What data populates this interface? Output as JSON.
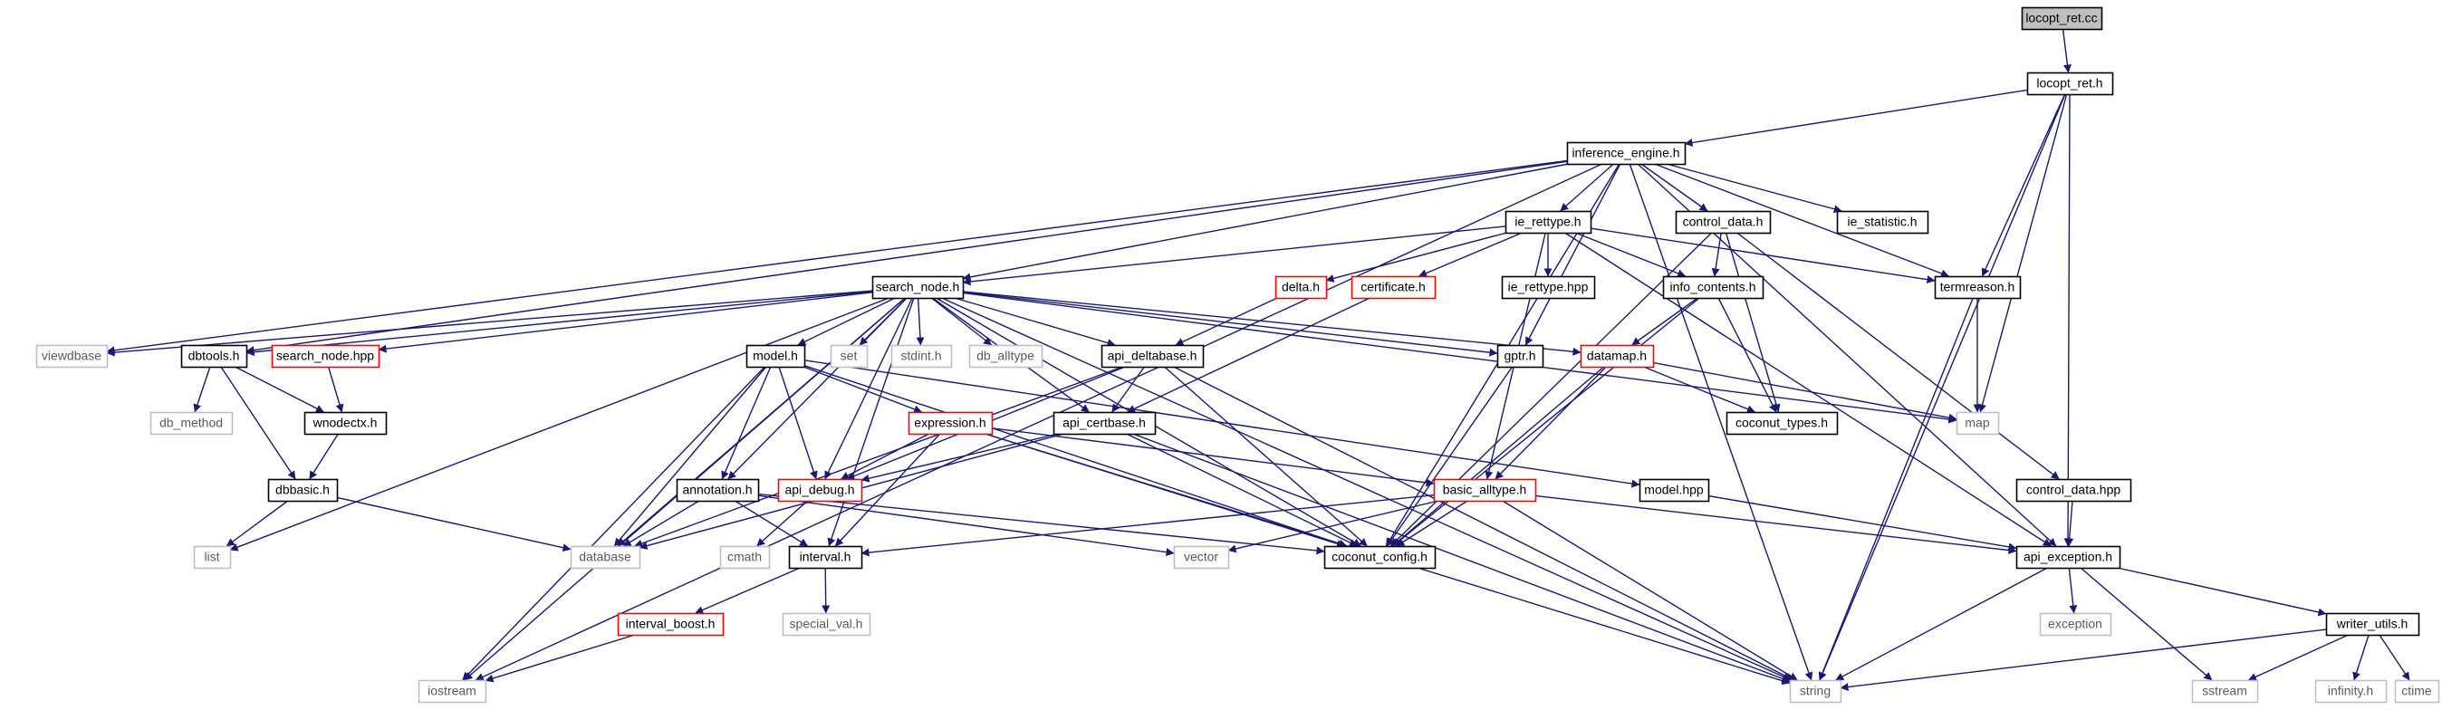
{
  "diagram": {
    "title": "",
    "colors": {
      "edge": "#191970",
      "root_fill": "#bfbfbf",
      "normal_border": "#000000",
      "external_border": "#bfbfbf",
      "external_text": "#5a5a5a",
      "incomplete_border": "#ff0000"
    },
    "nodes": [
      {
        "id": "locopt_ret_cc",
        "label": "locopt_ret.cc",
        "kind": "root"
      },
      {
        "id": "locopt_ret_h",
        "label": "locopt_ret.h",
        "kind": "normal"
      },
      {
        "id": "inference_engine_h",
        "label": "inference_engine.h",
        "kind": "normal"
      },
      {
        "id": "ie_rettype_h",
        "label": "ie_rettype.h",
        "kind": "normal"
      },
      {
        "id": "control_data_h",
        "label": "control_data.h",
        "kind": "normal"
      },
      {
        "id": "ie_statistic_h",
        "label": "ie_statistic.h",
        "kind": "normal"
      },
      {
        "id": "search_node_h",
        "label": "search_node.h",
        "kind": "normal"
      },
      {
        "id": "delta_h",
        "label": "delta.h",
        "kind": "incomplete"
      },
      {
        "id": "certificate_h",
        "label": "certificate.h",
        "kind": "incomplete"
      },
      {
        "id": "ie_rettype_hpp",
        "label": "ie_rettype.hpp",
        "kind": "normal"
      },
      {
        "id": "info_contents_h",
        "label": "info_contents.h",
        "kind": "normal"
      },
      {
        "id": "termreason_h",
        "label": "termreason.h",
        "kind": "normal"
      },
      {
        "id": "viewdbase",
        "label": "viewdbase",
        "kind": "external"
      },
      {
        "id": "dbtools_h",
        "label": "dbtools.h",
        "kind": "normal"
      },
      {
        "id": "search_node_hpp",
        "label": "search_node.hpp",
        "kind": "incomplete"
      },
      {
        "id": "model_h",
        "label": "model.h",
        "kind": "normal"
      },
      {
        "id": "set",
        "label": "set",
        "kind": "external"
      },
      {
        "id": "stdint_h",
        "label": "stdint.h",
        "kind": "external"
      },
      {
        "id": "db_alltype",
        "label": "db_alltype",
        "kind": "external"
      },
      {
        "id": "api_deltabase_h",
        "label": "api_deltabase.h",
        "kind": "normal"
      },
      {
        "id": "gptr_h",
        "label": "gptr.h",
        "kind": "normal"
      },
      {
        "id": "datamap_h",
        "label": "datamap.h",
        "kind": "incomplete"
      },
      {
        "id": "map",
        "label": "map",
        "kind": "external"
      },
      {
        "id": "db_method",
        "label": "db_method",
        "kind": "external"
      },
      {
        "id": "wnodectx_h",
        "label": "wnodectx.h",
        "kind": "normal"
      },
      {
        "id": "expression_h",
        "label": "expression.h",
        "kind": "incomplete"
      },
      {
        "id": "api_certbase_h",
        "label": "api_certbase.h",
        "kind": "normal"
      },
      {
        "id": "coconut_types_h",
        "label": "coconut_types.h",
        "kind": "normal"
      },
      {
        "id": "dbbasic_h",
        "label": "dbbasic.h",
        "kind": "normal"
      },
      {
        "id": "annotation_h",
        "label": "annotation.h",
        "kind": "normal"
      },
      {
        "id": "api_debug_h",
        "label": "api_debug.h",
        "kind": "incomplete"
      },
      {
        "id": "basic_alltype_h",
        "label": "basic_alltype.h",
        "kind": "incomplete"
      },
      {
        "id": "model_hpp",
        "label": "model.hpp",
        "kind": "normal"
      },
      {
        "id": "control_data_hpp",
        "label": "control_data.hpp",
        "kind": "normal"
      },
      {
        "id": "list",
        "label": "list",
        "kind": "external"
      },
      {
        "id": "database",
        "label": "database",
        "kind": "external"
      },
      {
        "id": "cmath",
        "label": "cmath",
        "kind": "external"
      },
      {
        "id": "interval_h",
        "label": "interval.h",
        "kind": "normal"
      },
      {
        "id": "vector",
        "label": "vector",
        "kind": "external"
      },
      {
        "id": "coconut_config_h",
        "label": "coconut_config.h",
        "kind": "normal"
      },
      {
        "id": "api_exception_h",
        "label": "api_exception.h",
        "kind": "normal"
      },
      {
        "id": "interval_boost_h",
        "label": "interval_boost.h",
        "kind": "incomplete"
      },
      {
        "id": "special_val_h",
        "label": "special_val.h",
        "kind": "external"
      },
      {
        "id": "exception",
        "label": "exception",
        "kind": "external"
      },
      {
        "id": "writer_utils_h",
        "label": "writer_utils.h",
        "kind": "normal"
      },
      {
        "id": "iostream",
        "label": "iostream",
        "kind": "external"
      },
      {
        "id": "string",
        "label": "string",
        "kind": "external"
      },
      {
        "id": "sstream",
        "label": "sstream",
        "kind": "external"
      },
      {
        "id": "infinity_h",
        "label": "infinity.h",
        "kind": "external"
      },
      {
        "id": "ctime",
        "label": "ctime",
        "kind": "external"
      }
    ],
    "edges": [
      [
        "locopt_ret_cc",
        "locopt_ret_h"
      ],
      [
        "locopt_ret_h",
        "inference_engine_h"
      ],
      [
        "locopt_ret_h",
        "termreason_h"
      ],
      [
        "locopt_ret_h",
        "map"
      ],
      [
        "locopt_ret_h",
        "api_exception_h"
      ],
      [
        "locopt_ret_h",
        "string"
      ],
      [
        "inference_engine_h",
        "ie_rettype_h"
      ],
      [
        "inference_engine_h",
        "control_data_h"
      ],
      [
        "inference_engine_h",
        "ie_statistic_h"
      ],
      [
        "inference_engine_h",
        "search_node_h"
      ],
      [
        "inference_engine_h",
        "termreason_h"
      ],
      [
        "inference_engine_h",
        "viewdbase"
      ],
      [
        "inference_engine_h",
        "dbtools_h"
      ],
      [
        "inference_engine_h",
        "gptr_h"
      ],
      [
        "inference_engine_h",
        "coconut_config_h"
      ],
      [
        "inference_engine_h",
        "api_exception_h"
      ],
      [
        "inference_engine_h",
        "iostream"
      ],
      [
        "inference_engine_h",
        "string"
      ],
      [
        "ie_rettype_h",
        "search_node_h"
      ],
      [
        "ie_rettype_h",
        "delta_h"
      ],
      [
        "ie_rettype_h",
        "certificate_h"
      ],
      [
        "ie_rettype_h",
        "ie_rettype_hpp"
      ],
      [
        "ie_rettype_h",
        "info_contents_h"
      ],
      [
        "ie_rettype_h",
        "termreason_h"
      ],
      [
        "ie_rettype_h",
        "basic_alltype_h"
      ],
      [
        "ie_rettype_h",
        "api_exception_h"
      ],
      [
        "control_data_h",
        "info_contents_h"
      ],
      [
        "control_data_h",
        "control_data_hpp"
      ],
      [
        "control_data_h",
        "coconut_types_h"
      ],
      [
        "control_data_h",
        "coconut_config_h"
      ],
      [
        "search_node_h",
        "viewdbase"
      ],
      [
        "search_node_h",
        "dbtools_h"
      ],
      [
        "search_node_h",
        "search_node_hpp"
      ],
      [
        "search_node_h",
        "model_h"
      ],
      [
        "search_node_h",
        "set"
      ],
      [
        "search_node_h",
        "stdint_h"
      ],
      [
        "search_node_h",
        "db_alltype"
      ],
      [
        "search_node_h",
        "api_deltabase_h"
      ],
      [
        "search_node_h",
        "gptr_h"
      ],
      [
        "search_node_h",
        "datamap_h"
      ],
      [
        "search_node_h",
        "map"
      ],
      [
        "search_node_h",
        "list"
      ],
      [
        "search_node_h",
        "database"
      ],
      [
        "search_node_h",
        "annotation_h"
      ],
      [
        "search_node_h",
        "api_debug_h"
      ],
      [
        "search_node_h",
        "interval_h"
      ],
      [
        "search_node_h",
        "api_certbase_h"
      ],
      [
        "search_node_h",
        "coconut_config_h"
      ],
      [
        "search_node_h",
        "iostream"
      ],
      [
        "search_node_h",
        "string"
      ],
      [
        "delta_h",
        "api_deltabase_h"
      ],
      [
        "certificate_h",
        "api_certbase_h"
      ],
      [
        "info_contents_h",
        "datamap_h"
      ],
      [
        "info_contents_h",
        "coconut_types_h"
      ],
      [
        "info_contents_h",
        "coconut_config_h"
      ],
      [
        "termreason_h",
        "map"
      ],
      [
        "termreason_h",
        "string"
      ],
      [
        "dbtools_h",
        "db_method"
      ],
      [
        "dbtools_h",
        "wnodectx_h"
      ],
      [
        "dbtools_h",
        "dbbasic_h"
      ],
      [
        "search_node_hpp",
        "wnodectx_h"
      ],
      [
        "wnodectx_h",
        "dbbasic_h"
      ],
      [
        "dbbasic_h",
        "list"
      ],
      [
        "dbbasic_h",
        "database"
      ],
      [
        "model_h",
        "expression_h"
      ],
      [
        "model_h",
        "annotation_h"
      ],
      [
        "model_h",
        "api_debug_h"
      ],
      [
        "model_h",
        "model_hpp"
      ],
      [
        "model_h",
        "database"
      ],
      [
        "model_h",
        "coconut_config_h"
      ],
      [
        "model_h",
        "iostream"
      ],
      [
        "api_deltabase_h",
        "api_certbase_h"
      ],
      [
        "api_deltabase_h",
        "api_debug_h"
      ],
      [
        "api_deltabase_h",
        "database"
      ],
      [
        "api_deltabase_h",
        "coconut_config_h"
      ],
      [
        "api_deltabase_h",
        "string"
      ],
      [
        "gptr_h",
        "coconut_config_h"
      ],
      [
        "datamap_h",
        "map"
      ],
      [
        "datamap_h",
        "coconut_types_h"
      ],
      [
        "datamap_h",
        "basic_alltype_h"
      ],
      [
        "datamap_h",
        "coconut_config_h"
      ],
      [
        "expression_h",
        "api_debug_h"
      ],
      [
        "expression_h",
        "basic_alltype_h"
      ],
      [
        "expression_h",
        "interval_h"
      ],
      [
        "expression_h",
        "coconut_config_h"
      ],
      [
        "expression_h",
        "string"
      ],
      [
        "api_certbase_h",
        "api_debug_h"
      ],
      [
        "api_certbase_h",
        "database"
      ],
      [
        "api_certbase_h",
        "coconut_config_h"
      ],
      [
        "api_certbase_h",
        "string"
      ],
      [
        "annotation_h",
        "database"
      ],
      [
        "annotation_h",
        "interval_h"
      ],
      [
        "annotation_h",
        "vector"
      ],
      [
        "annotation_h",
        "coconut_config_h"
      ],
      [
        "api_debug_h",
        "cmath"
      ],
      [
        "basic_alltype_h",
        "interval_h"
      ],
      [
        "basic_alltype_h",
        "vector"
      ],
      [
        "basic_alltype_h",
        "coconut_config_h"
      ],
      [
        "basic_alltype_h",
        "api_exception_h"
      ],
      [
        "basic_alltype_h",
        "string"
      ],
      [
        "model_hpp",
        "api_exception_h"
      ],
      [
        "control_data_hpp",
        "api_exception_h"
      ],
      [
        "interval_h",
        "interval_boost_h"
      ],
      [
        "interval_h",
        "special_val_h"
      ],
      [
        "interval_boost_h",
        "iostream"
      ],
      [
        "api_exception_h",
        "exception"
      ],
      [
        "api_exception_h",
        "writer_utils_h"
      ],
      [
        "api_exception_h",
        "string"
      ],
      [
        "api_exception_h",
        "sstream"
      ],
      [
        "writer_utils_h",
        "string"
      ],
      [
        "writer_utils_h",
        "sstream"
      ],
      [
        "writer_utils_h",
        "infinity_h"
      ],
      [
        "writer_utils_h",
        "ctime"
      ]
    ]
  }
}
